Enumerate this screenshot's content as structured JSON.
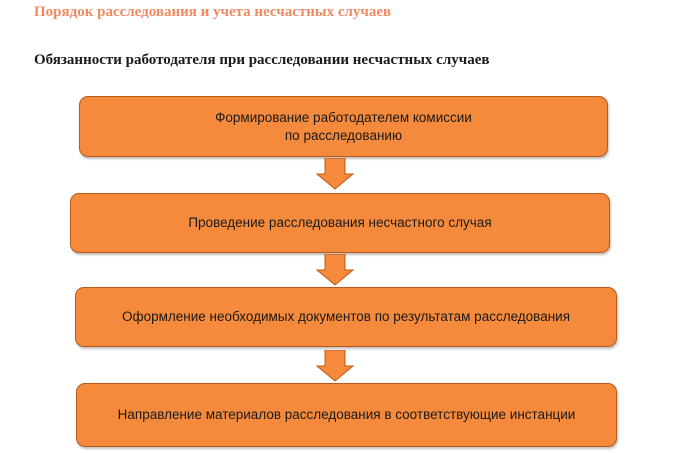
{
  "header": {
    "title": "Порядок расследования и учета несчастных случаев"
  },
  "diagram": {
    "subtitle": "Обязанности работодателя при расследовании несчастных случаев",
    "steps": [
      {
        "lines": [
          "Формирование работодателем комиссии",
          "по расследованию"
        ]
      },
      {
        "lines": [
          "Проведение расследования несчастного случая"
        ]
      },
      {
        "lines": [
          "Оформление необходимых документов по результатам расследования"
        ]
      },
      {
        "lines": [
          "Направление материалов расследования в соответствующие инстанции"
        ]
      }
    ],
    "colors": {
      "box_fill": "#f58a3c",
      "box_border": "#b85a1a",
      "header_text": "#ef8a62",
      "arrow_fill": "#f58a3c"
    }
  }
}
